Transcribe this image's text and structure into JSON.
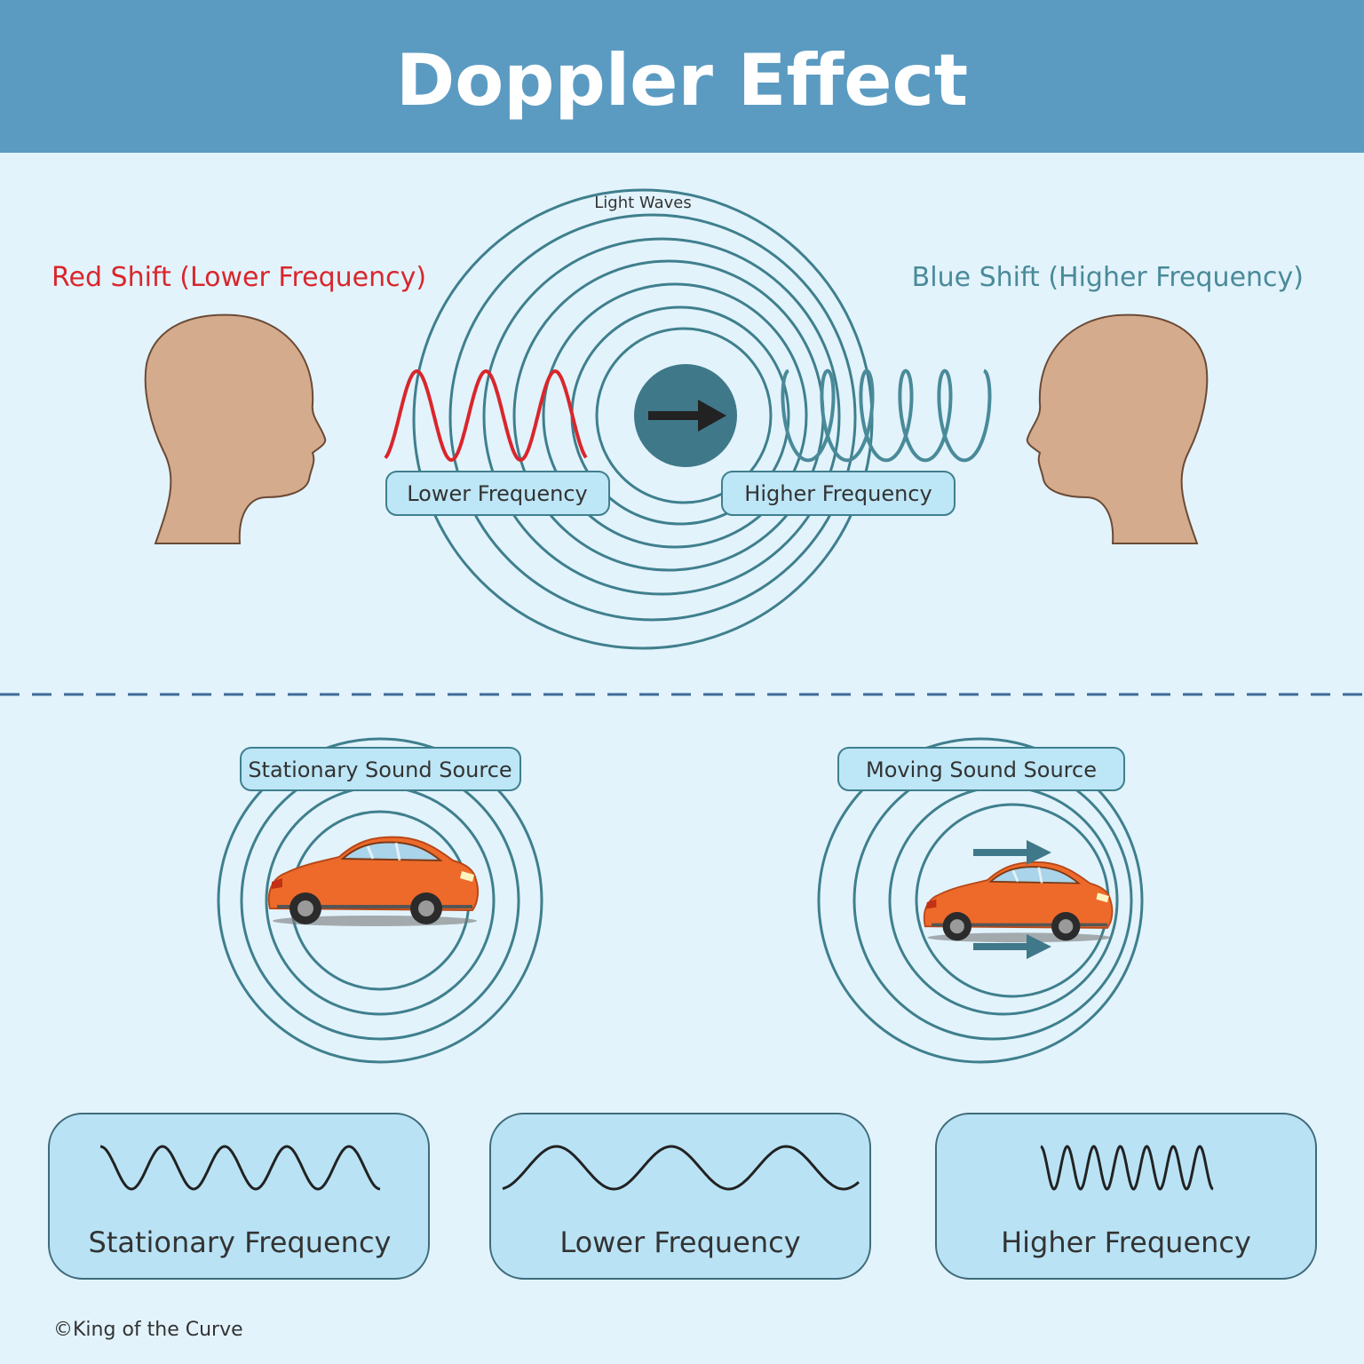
{
  "title": "Doppler Effect",
  "top": {
    "light_waves_label": "Light Waves",
    "red_shift_label": "Red Shift (Lower Frequency)",
    "blue_shift_label": "Blue Shift (Higher Frequency)",
    "lower_frequency_label": "Lower Frequency",
    "higher_frequency_label": "Higher Frequency"
  },
  "bottom": {
    "stationary_source_label": "Stationary Sound Source",
    "moving_source_label": "Moving Sound Source"
  },
  "cards": [
    {
      "label": "Stationary Frequency"
    },
    {
      "label": "Lower Frequency"
    },
    {
      "label": "Higher Frequency"
    }
  ],
  "copyright": "©King of the Curve",
  "colors": {
    "header": "#5b9bc2",
    "background": "#e2f3fc",
    "wave_ring": "#3f7f8d",
    "source_dot": "#3f7889",
    "red_shift": "#d9262c",
    "blue_shift": "#4a8a99",
    "head": "#d4ab8c",
    "car": "#ee6a2a",
    "label_fill": "#bde6f6"
  }
}
